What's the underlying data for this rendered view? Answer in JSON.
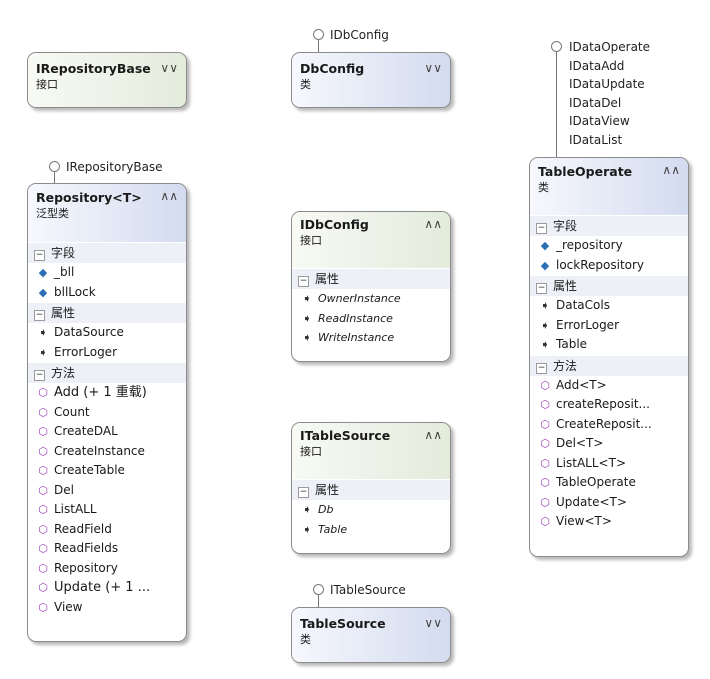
{
  "interfaces_repo": {
    "lollipop": "IRepositoryBase"
  },
  "dbconfig_lol": {
    "lollipop": "IDbConfig"
  },
  "tableop_lol": {
    "lollipops": [
      "IDataOperate",
      "IDataAdd",
      "IDataUpdate",
      "IDataDel",
      "IDataView",
      "IDataList"
    ]
  },
  "tablesource_lol": {
    "lollipop": "ITableSource"
  },
  "irepositorybase": {
    "title": "IRepositoryBase",
    "stereotype": "接口"
  },
  "dbconfig": {
    "title": "DbConfig",
    "stereotype": "类"
  },
  "repository": {
    "title": "Repository<T>",
    "stereotype": "泛型类",
    "sections": {
      "fields": "字段",
      "properties": "属性",
      "methods": "方法"
    },
    "fields": [
      "_bll",
      "bllLock"
    ],
    "properties": [
      "DataSource",
      "ErrorLoger"
    ],
    "methods": [
      "Add (+ 1 重载)",
      "Count",
      "CreateDAL",
      "CreateInstance",
      "CreateTable",
      "Del",
      "ListALL",
      "ReadField",
      "ReadFields",
      "Repository",
      "Update (+ 1 ...",
      "View"
    ]
  },
  "idbconfig": {
    "title": "IDbConfig",
    "stereotype": "接口",
    "sections": {
      "properties": "属性"
    },
    "properties": [
      "OwnerInstance",
      "ReadInstance",
      "WriteInstance"
    ]
  },
  "itablesource": {
    "title": "ITableSource",
    "stereotype": "接口",
    "sections": {
      "properties": "属性"
    },
    "properties": [
      "Db",
      "Table"
    ]
  },
  "tablesource": {
    "title": "TableSource",
    "stereotype": "类"
  },
  "tableoperate": {
    "title": "TableOperate",
    "stereotype": "类",
    "sections": {
      "fields": "字段",
      "properties": "属性",
      "methods": "方法"
    },
    "fields": [
      "_repository",
      "lockRepository"
    ],
    "properties": [
      "DataCols",
      "ErrorLoger",
      "Table"
    ],
    "methods": [
      "Add<T>",
      "createReposit...",
      "CreateReposit...",
      "Del<T>",
      "ListALL<T>",
      "TableOperate",
      "Update<T>",
      "View<T>"
    ]
  },
  "icons": {
    "collapse": "double-chevron-up-icon",
    "expand": "double-chevron-down-icon",
    "field": "field-icon",
    "property": "wrench-icon",
    "method": "cube-icon",
    "toggle": "minus-toggle-icon"
  }
}
